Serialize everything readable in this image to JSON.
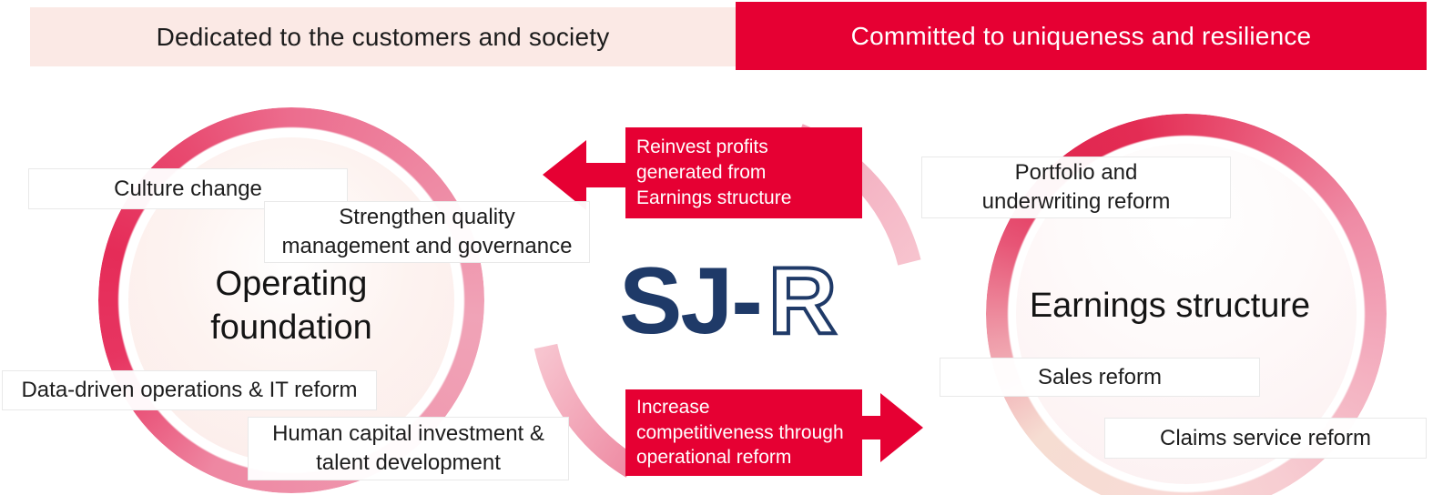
{
  "header": {
    "left_banner": {
      "label": "Dedicated to the customers and society",
      "bg": "#fbe9e5",
      "fg": "#1c1c1c"
    },
    "right_banner": {
      "label": "Committed to uniqueness and resilience",
      "bg": "#e60033",
      "fg": "#ffffff"
    }
  },
  "left_circle": {
    "title": {
      "lines": [
        "Operating",
        "foundation"
      ]
    },
    "labels": [
      {
        "lines": [
          "Culture change"
        ]
      },
      {
        "lines": [
          "Strengthen quality",
          "management and governance"
        ]
      },
      {
        "lines": [
          "Data-driven operations & IT reform"
        ]
      },
      {
        "lines": [
          "Human capital investment &",
          "talent development"
        ]
      }
    ]
  },
  "right_circle": {
    "title": {
      "lines": [
        "Earnings structure"
      ]
    },
    "labels": [
      {
        "lines": [
          "Portfolio and",
          "underwriting reform"
        ]
      },
      {
        "lines": [
          "Sales reform"
        ]
      },
      {
        "lines": [
          "Claims service reform"
        ]
      }
    ]
  },
  "center": {
    "logo": {
      "solid_part": "SJ-",
      "outline_part": "R",
      "color": "#1f3a68"
    },
    "top_flow": {
      "lines": [
        "Reinvest profits",
        "generated from",
        "Earnings structure"
      ],
      "arrow_direction": "left"
    },
    "bottom_flow": {
      "lines": [
        "Increase",
        "competitiveness through",
        "operational reform"
      ],
      "arrow_direction": "right"
    }
  },
  "colors": {
    "accent_red": "#e60033",
    "navy": "#1f3a68",
    "pale_pink_banner": "#fbe9e5",
    "ring_strong_pink": "#e62e5b",
    "ring_light_pink": "#f3abbd",
    "swoosh_pink": "#f5b7c6"
  }
}
